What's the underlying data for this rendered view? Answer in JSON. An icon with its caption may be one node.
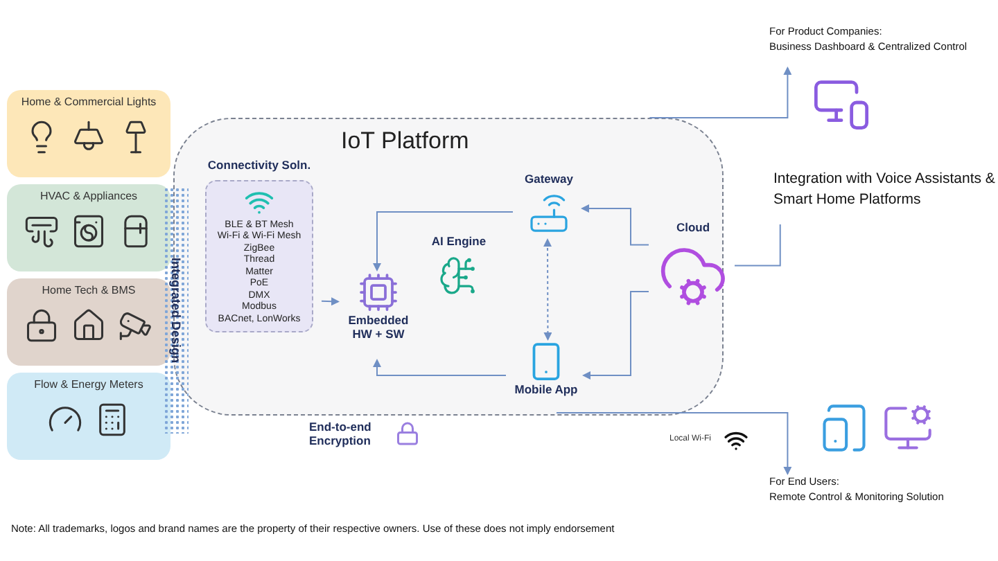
{
  "diagram": {
    "nodes": [
      {
        "text": [
          "IoT Platform"
        ]
      },
      {
        "text": [
          "Home & Commercial Lights"
        ]
      },
      {
        "text": [
          "HVAC & Appliances"
        ]
      },
      {
        "text": [
          "Home Tech & BMS"
        ]
      },
      {
        "text": [
          "Flow & Energy Meters"
        ]
      },
      {
        "text": [
          "Integrated Design"
        ]
      },
      {
        "text": [
          "Connectivity Soln.",
          "BLE & BT Mesh",
          "Wi-Fi & Wi-Fi Mesh",
          "ZigBee",
          "Thread",
          "Matter",
          "PoE",
          "DMX",
          "Modbus",
          "BACnet, LonWorks"
        ],
        "in": 0
      },
      {
        "text": [
          "Embedded HW + SW"
        ],
        "in": 0
      },
      {
        "text": [
          "Gateway"
        ],
        "in": 0
      },
      {
        "text": [
          "AI Engine"
        ],
        "in": 0
      },
      {
        "text": [
          "Mobile App"
        ],
        "in": 0
      },
      {
        "text": [
          "Cloud"
        ],
        "in": 0
      },
      {
        "text": [
          "End-to-end Encryption"
        ]
      },
      {
        "text": [
          "For Product Companies:",
          "Business Dashboard & Centralized Control"
        ]
      },
      {
        "text": [
          "Integration with Voice Assistants & Smart Home Platforms"
        ]
      },
      {
        "text": [
          "For End Users:",
          "Remote Control & Monitoring Solution"
        ]
      }
    ],
    "edges": [
      {
        "from": 6,
        "to": 7,
        "arrow": "to"
      },
      {
        "from": 8,
        "to": 7,
        "arrow": "to"
      },
      {
        "from": 10,
        "to": 7,
        "arrow": "to"
      },
      {
        "from": 10,
        "to": 8,
        "arrow": "both",
        "style": "dashed"
      },
      {
        "from": 11,
        "to": 8,
        "arrow": "to"
      },
      {
        "from": 11,
        "to": 10,
        "arrow": "to"
      },
      {
        "from": 0,
        "to": 13,
        "arrow": "to"
      },
      {
        "from": 11,
        "to": 14,
        "arrow": "none"
      },
      {
        "from": 0,
        "to": 15,
        "arrow": "to"
      }
    ],
    "labels": [
      "Local Wi-Fi",
      "Note: All trademarks, logos and brand names are the property of their respective owners. Use of these does not imply endorsement"
    ]
  }
}
